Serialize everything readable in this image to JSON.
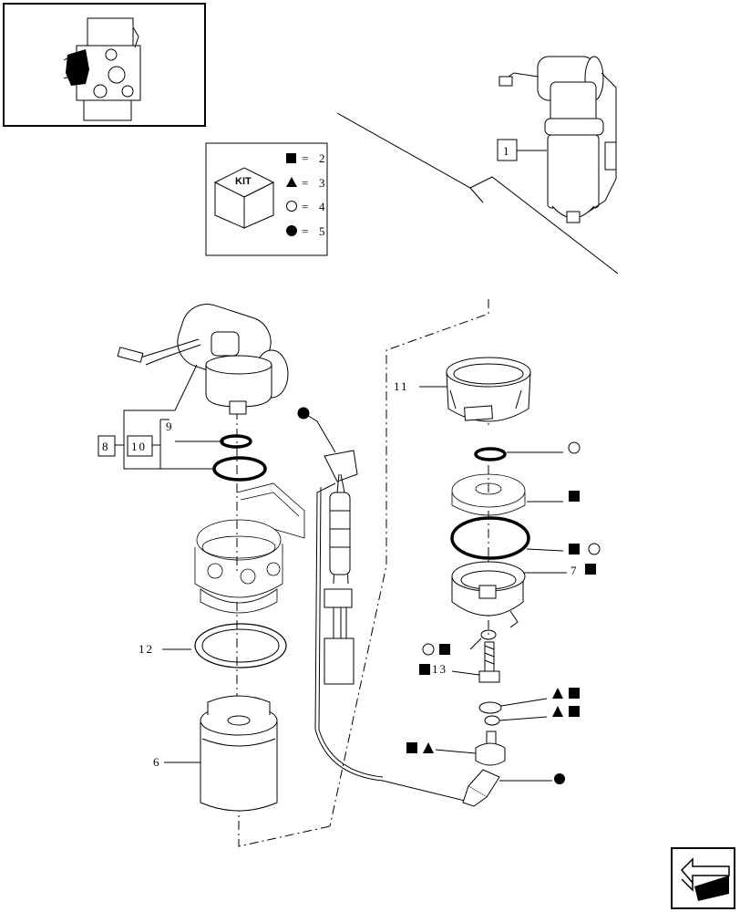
{
  "kit_legend": {
    "kit_label": "KIT",
    "rows": [
      {
        "symbol": "square",
        "eq": "=",
        "value": "2"
      },
      {
        "symbol": "triangle",
        "eq": "=",
        "value": "3"
      },
      {
        "symbol": "open-circle",
        "eq": "=",
        "value": "4"
      },
      {
        "symbol": "filled-circle",
        "eq": "=",
        "value": "5"
      }
    ]
  },
  "callouts": {
    "c1": "1",
    "c8": "8",
    "c10": "10",
    "c9": "9",
    "c11": "11",
    "c12": "12",
    "c6": "6",
    "c7": "7",
    "c13": "13"
  },
  "icons": {
    "thumbnail": "engine-location-thumbnail",
    "nav": "next-page-arrow-icon"
  }
}
